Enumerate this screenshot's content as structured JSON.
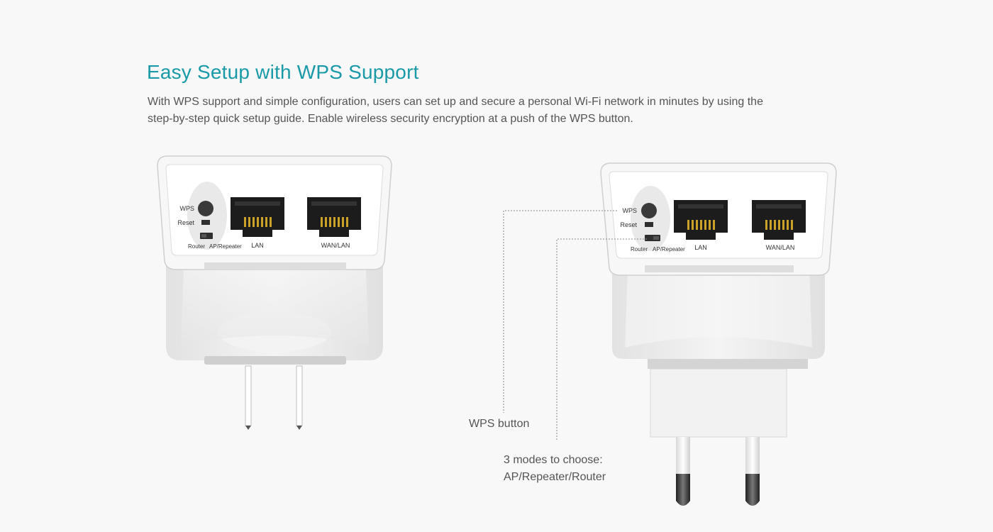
{
  "headline": "Easy Setup with WPS Support",
  "description": {
    "line1": "With WPS support and simple configuration, users can set up and secure a personal Wi-Fi network in minutes by using the",
    "line2": "step-by-step quick setup guide. Enable wireless security encryption at a push of the WPS button."
  },
  "device_labels": {
    "wps": "WPS",
    "reset": "Reset",
    "router": "Router",
    "ap_repeater": "AP/Repeater",
    "lan": "LAN",
    "wan_lan": "WAN/LAN"
  },
  "callouts": {
    "wps_button": "WPS button",
    "modes_line1": "3 modes to choose:",
    "modes_line2": "AP/Repeater/Router"
  },
  "colors": {
    "headline": "#1a9aa8",
    "body_text": "#555555",
    "background": "#f8f8f8"
  }
}
